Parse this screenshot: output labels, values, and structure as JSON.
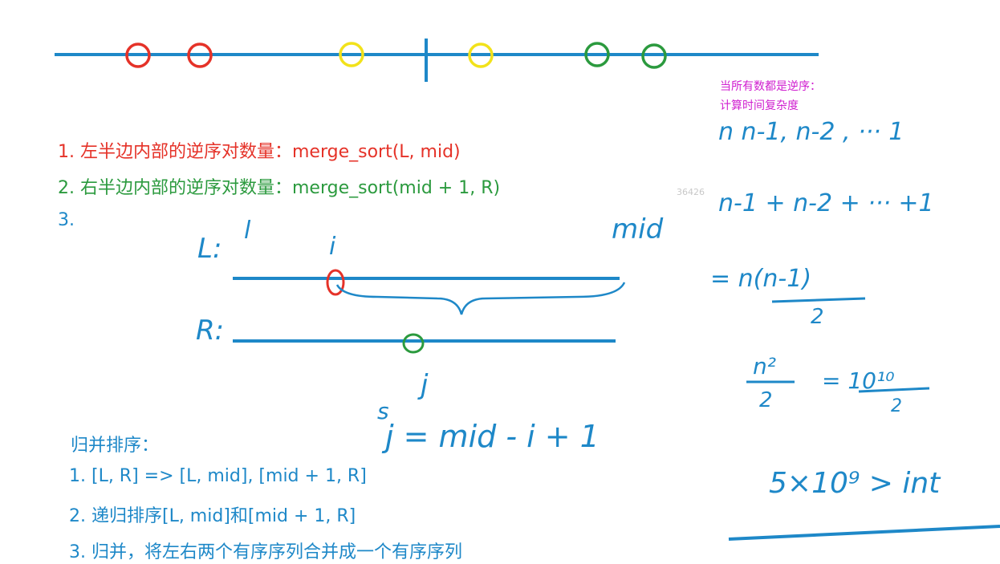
{
  "list1": {
    "item1": "1. 左半边内部的逆序对数量：merge_sort(L, mid)",
    "item2": "2. 右半边内部的逆序对数量：merge_sort(mid + 1, R)",
    "item3": "3."
  },
  "mergesort": {
    "title": "归并排序：",
    "step1": "1. [L, R] => [L, mid], [mid + 1, R]",
    "step2": "2. 递归排序[L, mid]和[mid + 1, R]",
    "step3": "3. 归并，将左右两个有序序列合并成一个有序序列"
  },
  "note": {
    "line1": "当所有数都是逆序：",
    "line2": "计算时间复杂度"
  },
  "watermark": "36426",
  "handwriting": {
    "label_L": "L:",
    "label_l": "l",
    "label_i": "i",
    "label_mid": "mid",
    "label_R": "R:",
    "label_j": "j",
    "formula_s": "s",
    "formula_j": "j = mid - i + 1",
    "sum1": "n  n-1,  n-2 ,  ···  1",
    "sum2": "n-1 + n-2 + ··· +1",
    "eq1": "= n(n-1)",
    "eq1_den": "2",
    "eq2_num": "n²",
    "eq2_den": "2",
    "eq2_rhs": "= 10¹⁰",
    "eq2_rhs_den": "2",
    "eq3": "5×10⁹  > int"
  },
  "colors": {
    "blue": "#1e88c8",
    "red": "#e53228",
    "yellow": "#f2e21a",
    "green": "#2b9a3e",
    "pink": "#d020d0"
  }
}
